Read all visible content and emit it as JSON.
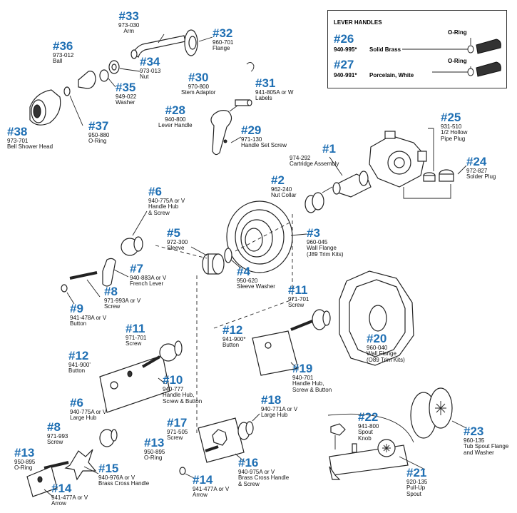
{
  "lever_box": {
    "title": "LEVER HANDLES",
    "oring_label": "O-Ring",
    "items": [
      {
        "num": "#26",
        "part": "940-995*",
        "desc": "Solid Brass"
      },
      {
        "num": "#27",
        "part": "940-991*",
        "desc": "Porcelain, White"
      }
    ]
  },
  "callouts": [
    {
      "id": "p33",
      "num": "#33",
      "text": "973-030\nArm"
    },
    {
      "id": "p32",
      "num": "#32",
      "text": "960-701\nFlange"
    },
    {
      "id": "p36",
      "num": "#36",
      "text": "973-012\nBall"
    },
    {
      "id": "p34",
      "num": "#34",
      "text": "973-013\nNut"
    },
    {
      "id": "p35",
      "num": "#35",
      "text": "949-022\nWasher"
    },
    {
      "id": "p30",
      "num": "#30",
      "text": "970-800\nStem Adaptor"
    },
    {
      "id": "p31",
      "num": "#31",
      "text": "941-805A or W\nLabels"
    },
    {
      "id": "p28",
      "num": "#28",
      "text": "940-800\nLever Handle"
    },
    {
      "id": "p29",
      "num": "#29",
      "text": "971-130\nHandle Set Screw"
    },
    {
      "id": "p37",
      "num": "#37",
      "text": "950-880\nO-Ring"
    },
    {
      "id": "p38",
      "num": "#38",
      "text": "973-701\nBell Shower Head"
    },
    {
      "id": "p25",
      "num": "#25",
      "text": "931-510\n1/2  Hollow\nPipe Plug"
    },
    {
      "id": "p1",
      "num": "#1",
      "text": "974-292\nCartridge Assembly"
    },
    {
      "id": "p24",
      "num": "#24",
      "text": "972-827\nSolder Plug"
    },
    {
      "id": "p2",
      "num": "#2",
      "text": "962-240\nNut Collar"
    },
    {
      "id": "p6a",
      "num": "#6",
      "text": "940-775A or V\nHandle Hub\n& Screw"
    },
    {
      "id": "p5",
      "num": "#5",
      "text": "972-300\nSleeve"
    },
    {
      "id": "p3",
      "num": "#3",
      "text": "960-045\nWall Flange\n(J89 Trim Kits)"
    },
    {
      "id": "p7",
      "num": "#7",
      "text": "940-883A or V\nFrench Lever"
    },
    {
      "id": "p4",
      "num": "#4",
      "text": "950-620\nSleeve Washer"
    },
    {
      "id": "p8a",
      "num": "#8",
      "text": "971-993A or V\nScrew"
    },
    {
      "id": "p9",
      "num": "#9",
      "text": "941-478A or V\nButton"
    },
    {
      "id": "p11a",
      "num": "#11",
      "text": "971-701\nScrew"
    },
    {
      "id": "p11b",
      "num": "#11",
      "text": "971-701\nScrew"
    },
    {
      "id": "p12a",
      "num": "#12",
      "text": "941-900*\nButton"
    },
    {
      "id": "p12b",
      "num": "#12",
      "text": "941-900'\nButton"
    },
    {
      "id": "p20",
      "num": "#20",
      "text": "960-040\nWall Flange\n(O89 Trim Kits)"
    },
    {
      "id": "p19",
      "num": "#19",
      "text": "940-701\nHandle Hub,\nScrew & Button"
    },
    {
      "id": "p10",
      "num": "#10",
      "text": "940-777\nHandle Hub,\nScrew & Button"
    },
    {
      "id": "p18",
      "num": "#18",
      "text": "940-771A or V\nLarge Hub"
    },
    {
      "id": "p6b",
      "num": "#6",
      "text": "940-775A or V\nLarge Hub"
    },
    {
      "id": "p17",
      "num": "#17",
      "text": "971-505\nScrew"
    },
    {
      "id": "p22",
      "num": "#22",
      "text": "941-800\nSpout\nKnob"
    },
    {
      "id": "p23",
      "num": "#23",
      "text": "960-135\nTub Spout Flange\nand Washer"
    },
    {
      "id": "p8b",
      "num": "#8",
      "text": "971-993\nScrew"
    },
    {
      "id": "p13a",
      "num": "#13",
      "text": "950-895\nO-Ring"
    },
    {
      "id": "p13b",
      "num": "#13",
      "text": "950-895\nO-Ring"
    },
    {
      "id": "p15",
      "num": "#15",
      "text": "940-976A or V\nBrass Cross Handle"
    },
    {
      "id": "p16",
      "num": "#16",
      "text": "940-975A or V\nBrass Cross Handle\n& Screw"
    },
    {
      "id": "p14a",
      "num": "#14",
      "text": "941-477A or V\nArrow"
    },
    {
      "id": "p14b",
      "num": "#14",
      "text": "941-477A or V\nArrow"
    },
    {
      "id": "p21",
      "num": "#21",
      "text": "920-135\nPull-Up\nSpout"
    }
  ]
}
